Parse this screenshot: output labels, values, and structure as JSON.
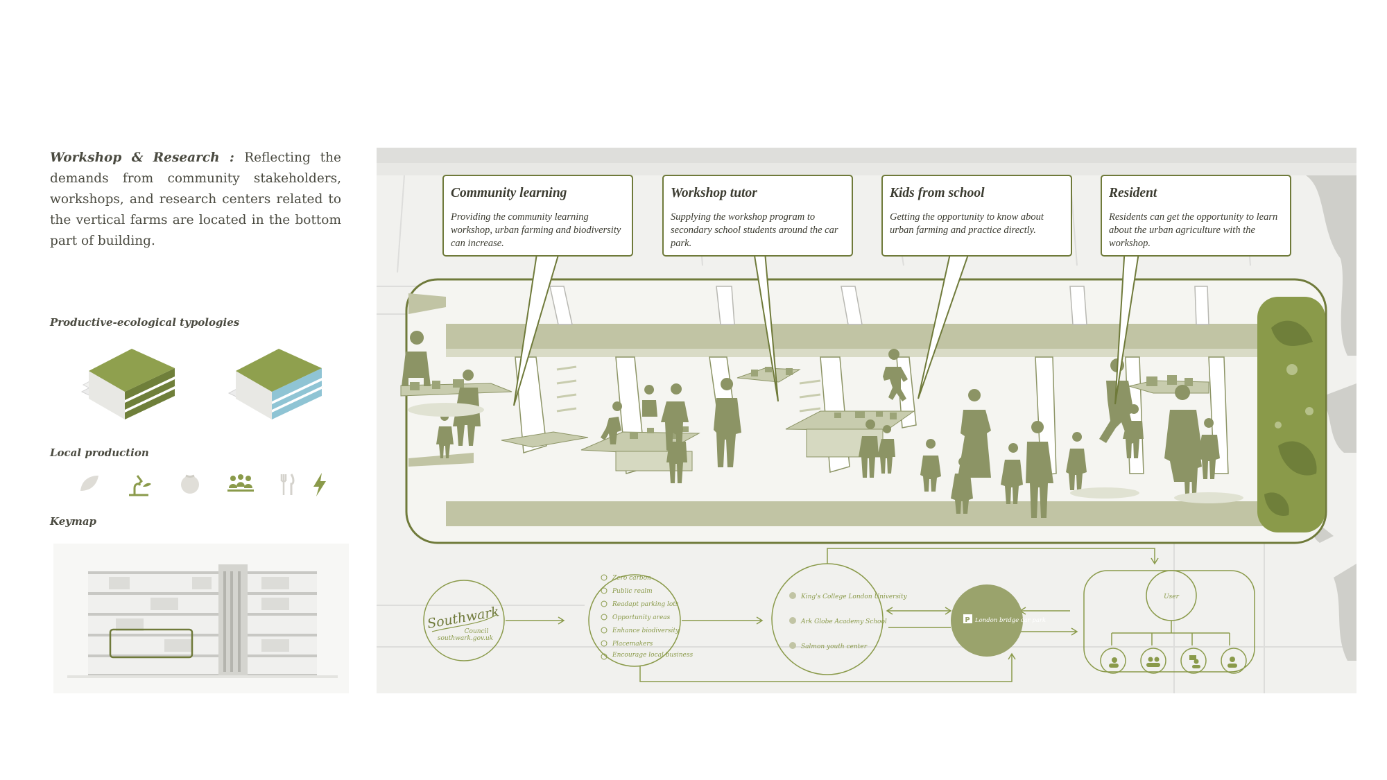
{
  "intro": {
    "heading": "Workshop & Research",
    "separator": " : ",
    "text": "Reflecting the demands from community stakeholders, workshops, and research centers related to the vertical farms are located in the bottom part of building."
  },
  "sections": {
    "typologies": "Productive-ecological typologies",
    "local_production": "Local production",
    "keymap": "Keymap"
  },
  "local_production_icons": [
    "leaf-icon",
    "sprout-microscope-icon",
    "vegetable-icon",
    "community-icon",
    "fork-knife-icon",
    "lightning-icon"
  ],
  "callouts": [
    {
      "title": "Community learning",
      "body": "Providing the community learning workshop, urban farming and biodiversity can increase."
    },
    {
      "title": "Workshop tutor",
      "body": "Supplying the workshop program to secondary school students  around the car park."
    },
    {
      "title": "Kids from school",
      "body": "Getting the opportunity to know about urban farming and practice directly."
    },
    {
      "title": "Resident",
      "body": "Residents can get the opportunity to learn about the urban agriculture with the workshop."
    }
  ],
  "flow": {
    "council_logo": "Southwark",
    "council_sub1": "Council",
    "council_sub2": "southwark.gov.uk",
    "goals": [
      "Zero carbon",
      "Public realm",
      "Readapt parking lots",
      "Opportunity areas",
      "Enhance biodiversity",
      "Placemakers",
      "Encourage local business"
    ],
    "partners": [
      "King's College London University",
      "Ark Globe Academy School",
      "Salmon youth center"
    ],
    "parking_badge": "P",
    "parking": "London bridge car park",
    "user": "User"
  },
  "colors": {
    "olive": "#8a9a4a",
    "olive_dark": "#6f7a3a",
    "greige": "#c1c4a4",
    "silhouette": "#8c9465"
  }
}
